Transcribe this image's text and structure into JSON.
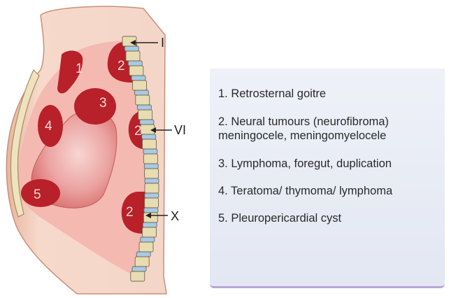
{
  "figure": {
    "region_numbers": [
      "1",
      "2",
      "3",
      "4",
      "5"
    ],
    "vertebral_levels": [
      "I",
      "VI",
      "X"
    ]
  },
  "legend": {
    "items": [
      "1. Retrosternal goitre",
      "2. Neural tumours (neurofibroma) meningocele, meningomyelocele",
      "3. Lymphoma, foregut, duplication",
      "4. Teratoma/ thymoma/ lymphoma",
      "5. Pleuropericardial cyst"
    ]
  },
  "colors": {
    "skin": "#f3d1c2",
    "mediastinum": "#f4b9b0",
    "lesion": "#b8202a",
    "heart": "#e88b8a",
    "spine_bone": "#e8dcb0",
    "disc": "#a9c9e6",
    "legend_bg": "#e8ebf4"
  }
}
